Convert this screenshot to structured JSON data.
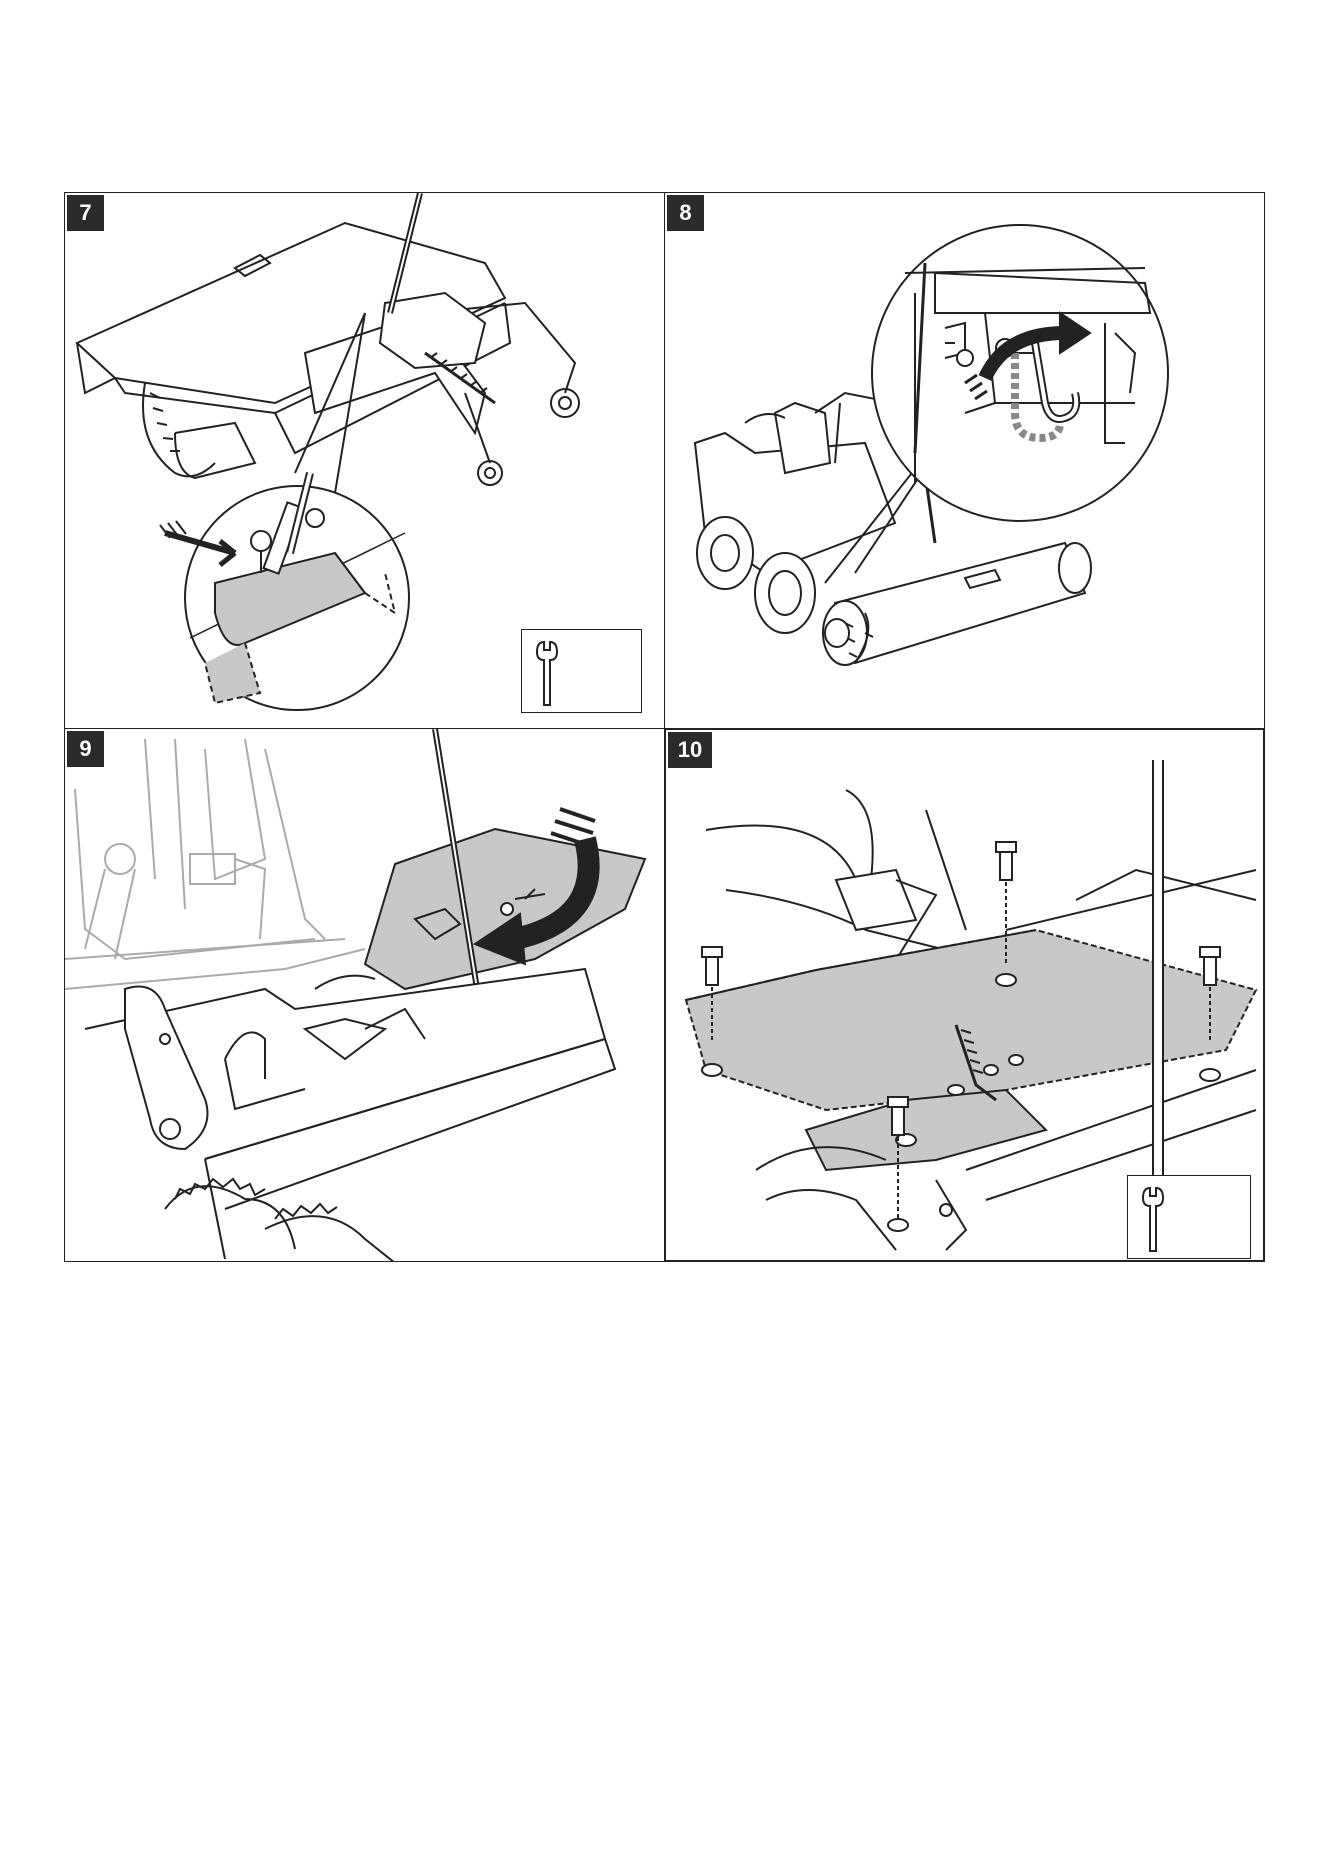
{
  "panels": [
    {
      "id": "step-7",
      "number": "7",
      "tool_icon": "wrench-icon"
    },
    {
      "id": "step-8",
      "number": "8"
    },
    {
      "id": "step-9",
      "number": "9"
    },
    {
      "id": "step-10",
      "number": "10",
      "tool_icon": "wrench-icon"
    }
  ],
  "colors": {
    "line": "#222222",
    "shade": "#c8c8c8",
    "badge": "#2b2b2b"
  }
}
